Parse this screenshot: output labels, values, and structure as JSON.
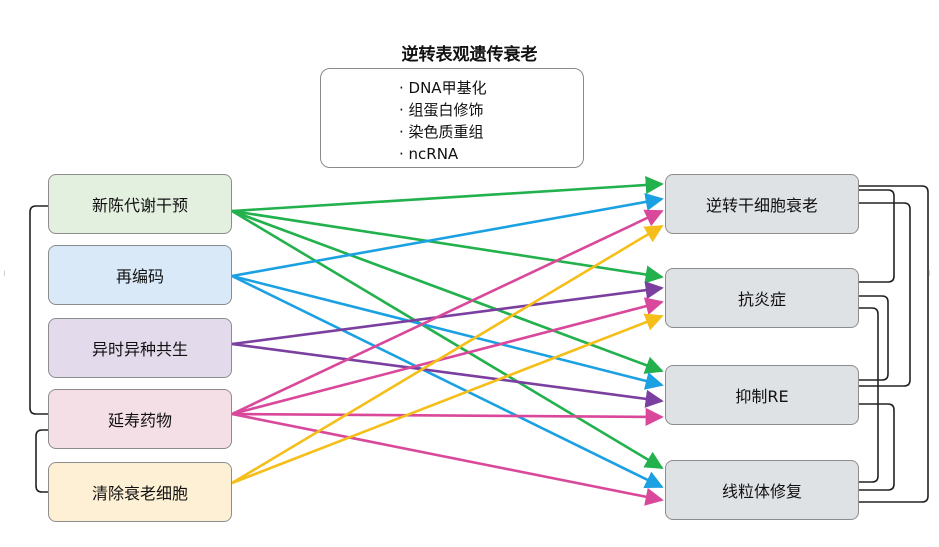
{
  "title": "逆转表观遗传衰老",
  "epigenetics_items": [
    "· DNA甲基化",
    "· 组蛋白修饰",
    "· 染色质重组",
    "· ncRNA"
  ],
  "interventions": [
    {
      "id": "metabolic",
      "label": "新陈代谢干预",
      "fill": "#e3efdf",
      "color": "#22b14c"
    },
    {
      "id": "reprogramming",
      "label": "再编码",
      "fill": "#dae9f7",
      "color": "#1ba1e2"
    },
    {
      "id": "parabiosis",
      "label": "异时异种共生",
      "fill": "#e3dbec",
      "color": "#7b3fa0"
    },
    {
      "id": "lifespan",
      "label": "延寿药物",
      "fill": "#f5dfe6",
      "color": "#d9489a"
    },
    {
      "id": "senolytics",
      "label": "清除衰老细胞",
      "fill": "#fdf0d5",
      "color": "#f5be19"
    }
  ],
  "outcomes": [
    {
      "id": "reverse",
      "label": "逆转干细胞衰老"
    },
    {
      "id": "antiinflam",
      "label": "抗炎症"
    },
    {
      "id": "suppressRE",
      "label": "抑制RE"
    },
    {
      "id": "mito",
      "label": "线粒体修复"
    }
  ],
  "links": [
    {
      "from": "metabolic",
      "to": "reverse"
    },
    {
      "from": "metabolic",
      "to": "antiinflam"
    },
    {
      "from": "metabolic",
      "to": "suppressRE"
    },
    {
      "from": "metabolic",
      "to": "mito"
    },
    {
      "from": "reprogramming",
      "to": "reverse"
    },
    {
      "from": "reprogramming",
      "to": "suppressRE"
    },
    {
      "from": "reprogramming",
      "to": "mito"
    },
    {
      "from": "parabiosis",
      "to": "antiinflam"
    },
    {
      "from": "parabiosis",
      "to": "suppressRE"
    },
    {
      "from": "lifespan",
      "to": "reverse"
    },
    {
      "from": "lifespan",
      "to": "antiinflam"
    },
    {
      "from": "lifespan",
      "to": "suppressRE"
    },
    {
      "from": "lifespan",
      "to": "mito"
    },
    {
      "from": "senolytics",
      "to": "reverse"
    },
    {
      "from": "senolytics",
      "to": "antiinflam"
    }
  ]
}
